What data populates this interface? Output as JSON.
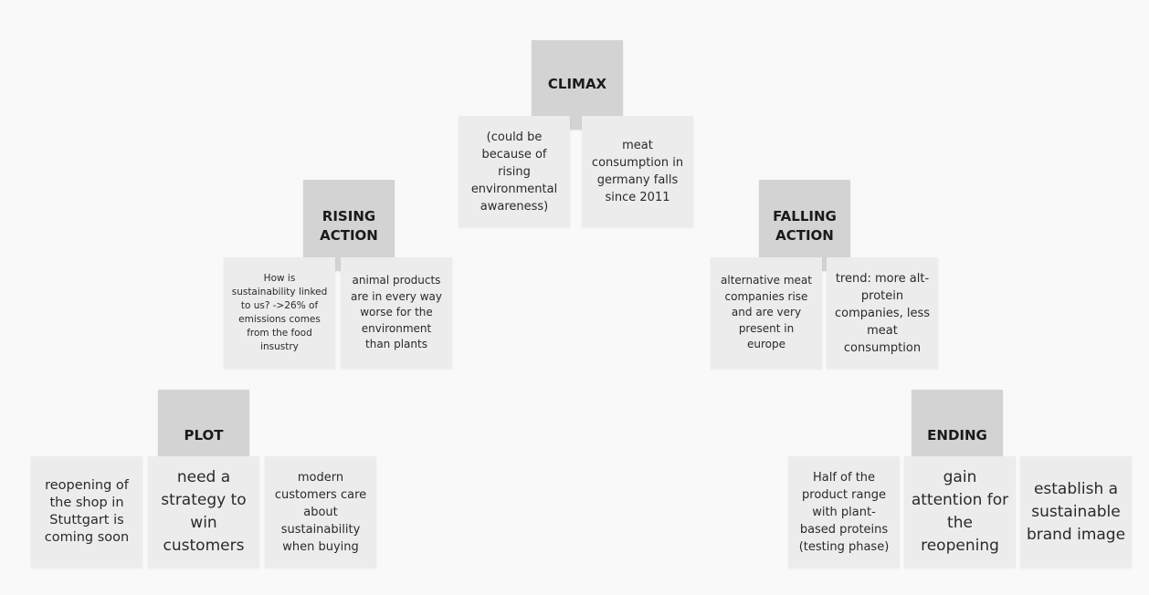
{
  "climax": {
    "title": "CLIMAX",
    "notes": [
      "(could be because of rising environmental awareness)",
      "meat consumption in germany falls since 2011"
    ]
  },
  "rising_action": {
    "title": "RISING ACTION",
    "notes": [
      "How is sustainability linked to us? ->26% of emissions comes from the food insustry",
      "animal products are in every way worse for the environment than plants"
    ]
  },
  "falling_action": {
    "title": "FALLING ACTION",
    "notes": [
      "alternative meat companies rise and are very present in europe",
      "trend: more alt-protein companies, less meat consumption"
    ]
  },
  "plot": {
    "title": "PLOT",
    "notes": [
      "reopening of the shop in Stuttgart is coming soon",
      "need a strategy to win customers",
      "modern customers care about sustainability when buying"
    ]
  },
  "ending": {
    "title": "ENDING",
    "notes": [
      "Half of the product range with plant-based proteins (testing phase)",
      "gain attention for the reopening",
      "establish a sustainable brand image"
    ]
  }
}
